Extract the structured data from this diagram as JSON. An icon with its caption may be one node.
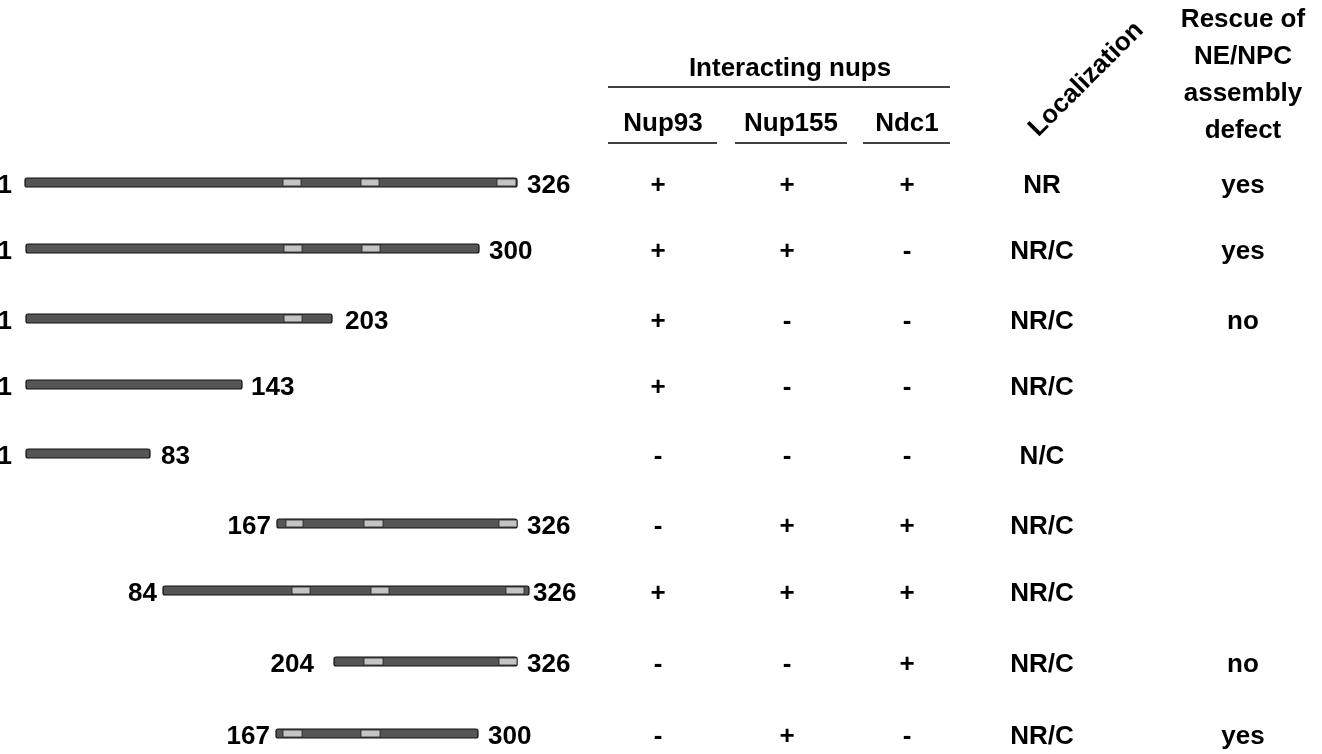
{
  "diagram": {
    "labels": [
      "Interacting nups",
      "Localization",
      "Rescue of NE/NPC assembly defect",
      "Nup93",
      "Nup155",
      "Ndc1",
      "1",
      "326",
      "+",
      "+",
      "+",
      "NR",
      "yes",
      "1",
      "300",
      "+",
      "+",
      "-",
      "NR/C",
      "yes",
      "1",
      "203",
      "+",
      "-",
      "-",
      "NR/C",
      "no",
      "1",
      "143",
      "+",
      "-",
      "-",
      "NR/C",
      "1",
      "83",
      "-",
      "-",
      "-",
      "N/C",
      "167",
      "326",
      "-",
      "+",
      "+",
      "NR/C",
      "84",
      "326",
      "+",
      "+",
      "+",
      "NR/C",
      "204",
      "326",
      "-",
      "-",
      "+",
      "NR/C",
      "no",
      "167",
      "300",
      "-",
      "+",
      "-",
      "NR/C",
      "yes"
    ]
  }
}
